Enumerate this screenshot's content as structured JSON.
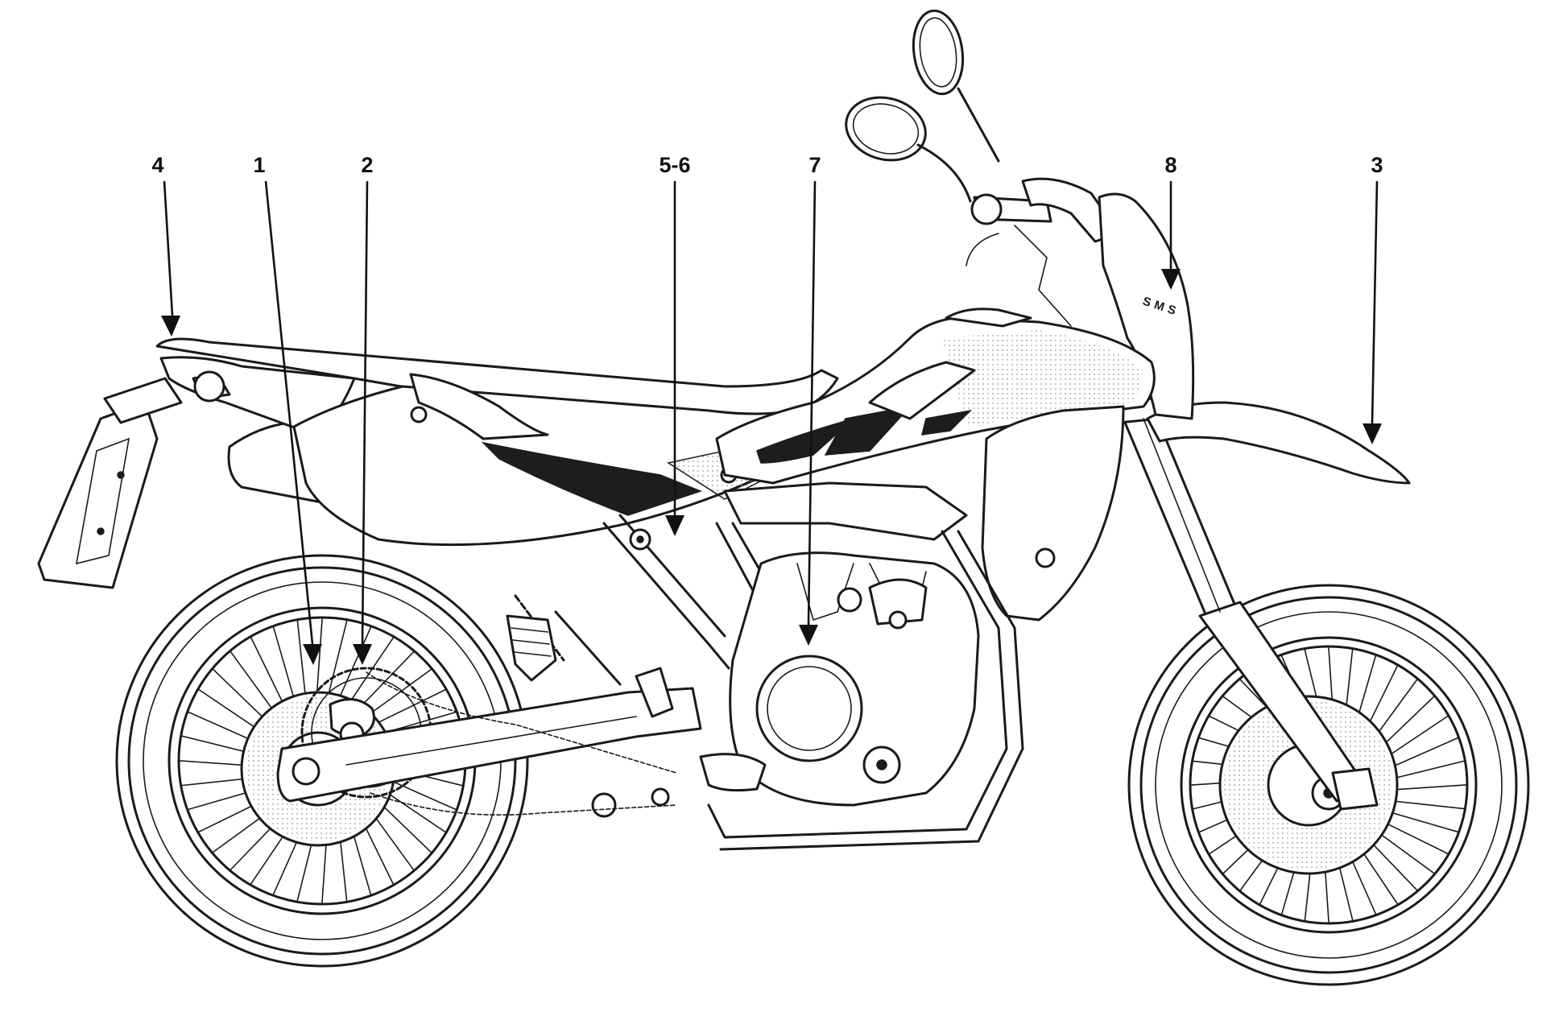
{
  "diagram": {
    "callouts": [
      {
        "id": "c4",
        "label": "4"
      },
      {
        "id": "c1",
        "label": "1"
      },
      {
        "id": "c2",
        "label": "2"
      },
      {
        "id": "c56",
        "label": "5-6"
      },
      {
        "id": "c7",
        "label": "7"
      },
      {
        "id": "c8",
        "label": "8"
      },
      {
        "id": "c3",
        "label": "3"
      }
    ],
    "decal_text": "SMS",
    "colors": {
      "ink": "#1a1a1a",
      "background": "#ffffff",
      "accent_dark": "#1d1d1d"
    }
  }
}
